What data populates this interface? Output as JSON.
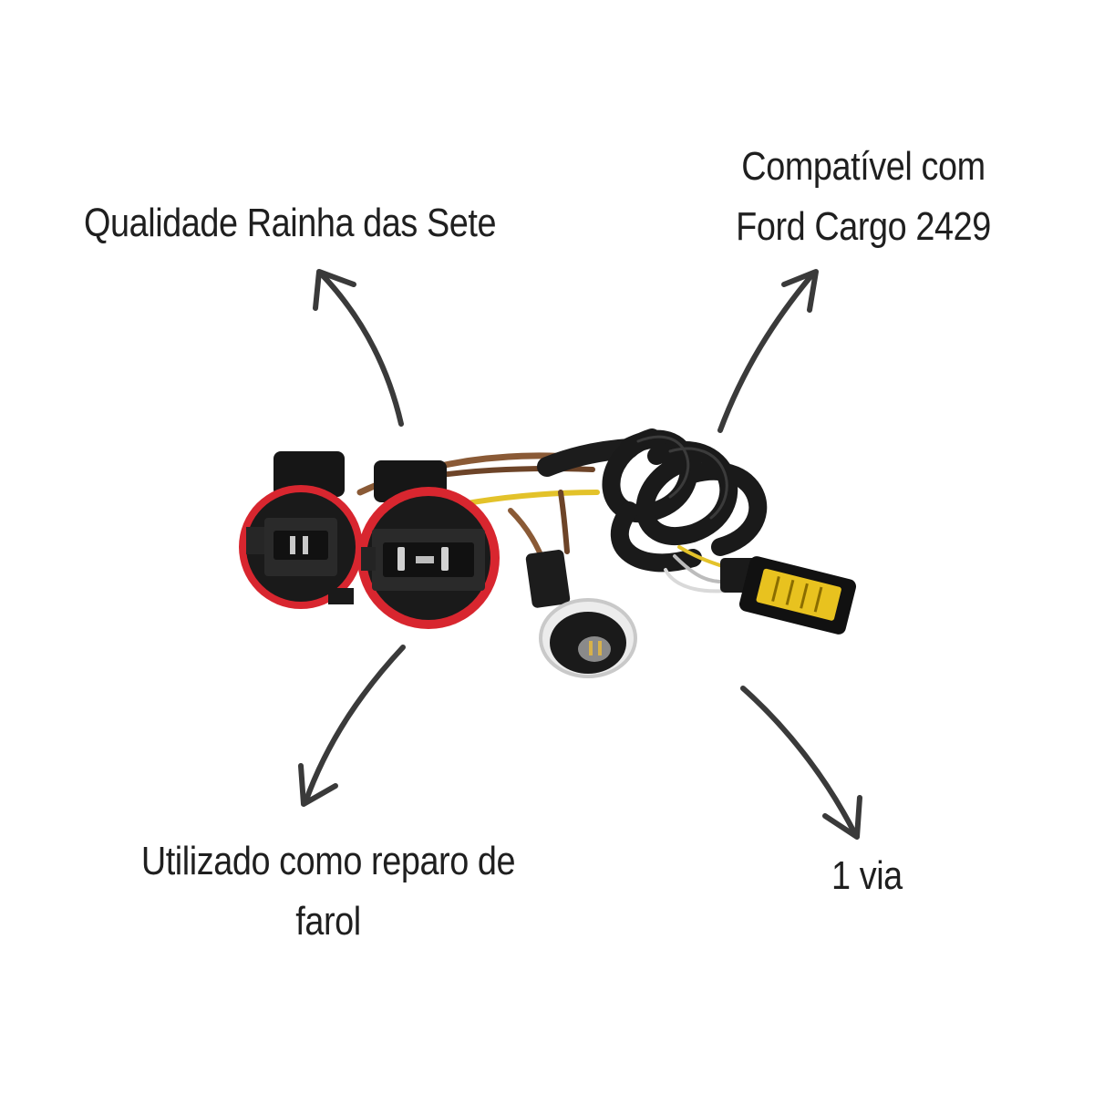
{
  "callouts": {
    "top_left": {
      "text": "Qualidade Rainha das Sete"
    },
    "top_right": {
      "lines": [
        "Compatível com",
        "Ford Cargo 2429"
      ]
    },
    "bottom_left": {
      "lines": [
        "Utilizado como reparo de",
        "farol"
      ]
    },
    "bottom_right": {
      "text": "1 via"
    }
  },
  "colors": {
    "text": "#1f1f1f",
    "arrow": "#3a3a3a",
    "ring": "#d8262f",
    "socket": "#1a1a1a",
    "wire_brown": "#8a5a36",
    "wire_yellow": "#e3c22a",
    "connector_yellow": "#e8c21f"
  },
  "icons": {
    "arrows": "curved-arrow-icon",
    "product": "headlight-wiring-harness"
  }
}
